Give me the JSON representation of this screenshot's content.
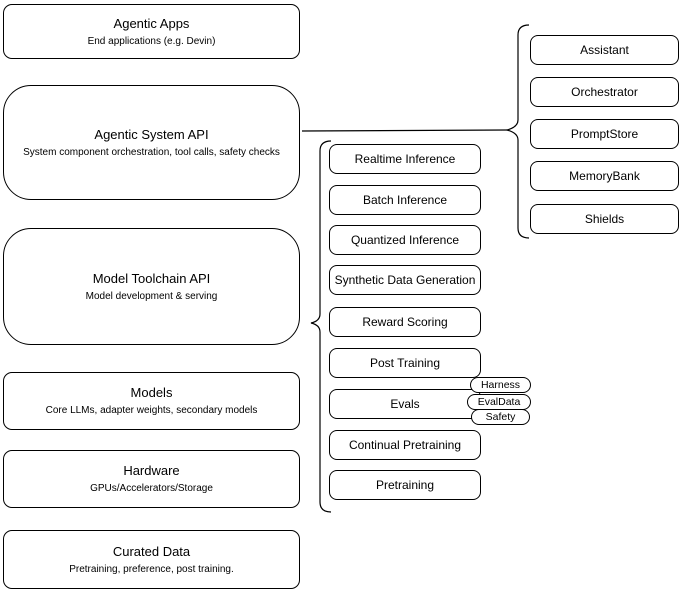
{
  "diagram": {
    "left_stack": [
      {
        "title": "Agentic Apps",
        "subtitle": "End applications (e.g. Devin)"
      },
      {
        "title": "Agentic System API",
        "subtitle": "System component orchestration, tool calls, safety checks"
      },
      {
        "title": "Model Toolchain API",
        "subtitle": "Model development & serving"
      },
      {
        "title": "Models",
        "subtitle": "Core LLMs, adapter weights, secondary models"
      },
      {
        "title": "Hardware",
        "subtitle": "GPUs/Accelerators/Storage"
      },
      {
        "title": "Curated Data",
        "subtitle": "Pretraining, preference, post training."
      }
    ],
    "toolchain_api_items": [
      "Realtime Inference",
      "Batch Inference",
      "Quantized Inference",
      "Synthetic Data Generation",
      "Reward Scoring",
      "Post Training",
      "Evals",
      "Continual Pretraining",
      "Pretraining"
    ],
    "evals_tags": [
      "Harness",
      "EvalData",
      "Safety"
    ],
    "system_api_components": [
      "Assistant",
      "Orchestrator",
      "PromptStore",
      "MemoryBank",
      "Shields"
    ],
    "colors": {
      "stroke": "#000000",
      "background": "#ffffff",
      "text": "#000000"
    }
  }
}
